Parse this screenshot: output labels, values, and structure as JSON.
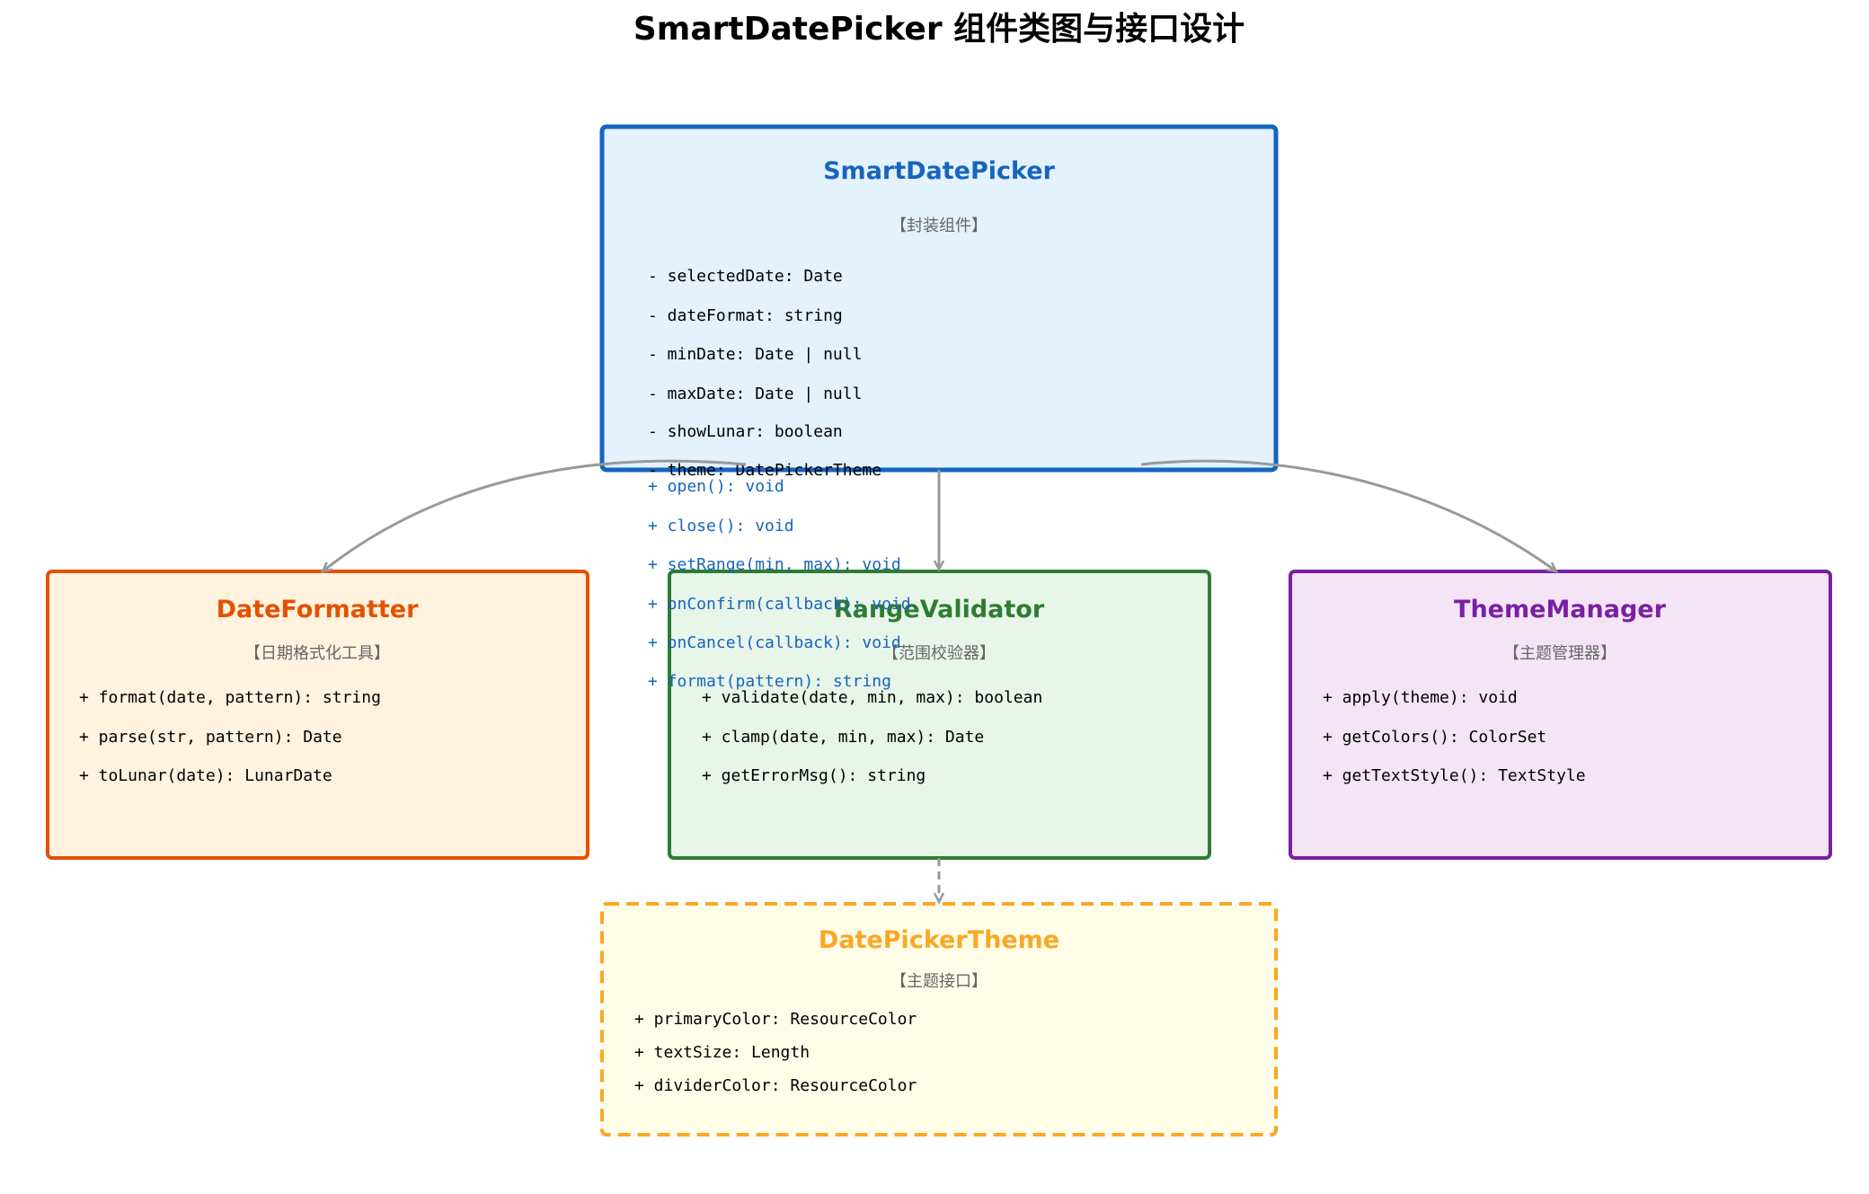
{
  "title": "SmartDatePicker 组件类图与接口设计",
  "colors": {
    "smartdatepicker": {
      "stroke": "#1565c0",
      "fill": "#e3f2fd",
      "name": "#1565c0"
    },
    "dateformatter": {
      "stroke": "#e65100",
      "fill": "#fff3e0",
      "name": "#e65100"
    },
    "rangevalidator": {
      "stroke": "#2e7d32",
      "fill": "#e8f5e9",
      "name": "#2e7d32"
    },
    "thememanager": {
      "stroke": "#7b1fa2",
      "fill": "#f3e5f5",
      "name": "#7b1fa2"
    },
    "datepickertheme": {
      "stroke": "#f9a825",
      "fill": "#fffde7",
      "name": "#f9a825"
    },
    "arrow": "#999999"
  },
  "classes": {
    "smartdatepicker": {
      "name": "SmartDatePicker",
      "stereotype": "【封装组件】",
      "fields": [
        "- selectedDate: Date",
        "- dateFormat: string",
        "- minDate: Date | null",
        "- maxDate: Date | null",
        "- showLunar: boolean",
        "- theme: DatePickerTheme"
      ],
      "methods": [
        "+ open(): void",
        "+ close(): void",
        "+ setRange(min, max): void",
        "+ onConfirm(callback): void",
        "+ onCancel(callback): void",
        "+ format(pattern): string"
      ]
    },
    "dateformatter": {
      "name": "DateFormatter",
      "stereotype": "【日期格式化工具】",
      "methods": [
        "+ format(date, pattern): string",
        "+ parse(str, pattern): Date",
        "+ toLunar(date): LunarDate"
      ]
    },
    "rangevalidator": {
      "name": "RangeValidator",
      "stereotype": "【范围校验器】",
      "methods": [
        "+ validate(date, min, max): boolean",
        "+ clamp(date, min, max): Date",
        "+ getErrorMsg(): string"
      ]
    },
    "thememanager": {
      "name": "ThemeManager",
      "stereotype": "【主题管理器】",
      "methods": [
        "+ apply(theme): void",
        "+ getColors(): ColorSet",
        "+ getTextStyle(): TextStyle"
      ]
    },
    "datepickertheme": {
      "name": "DatePickerTheme",
      "stereotype": "【主题接口】",
      "fields": [
        "+ primaryColor: ResourceColor",
        "+ textSize: Length",
        "+ dividerColor: ResourceColor"
      ]
    }
  }
}
